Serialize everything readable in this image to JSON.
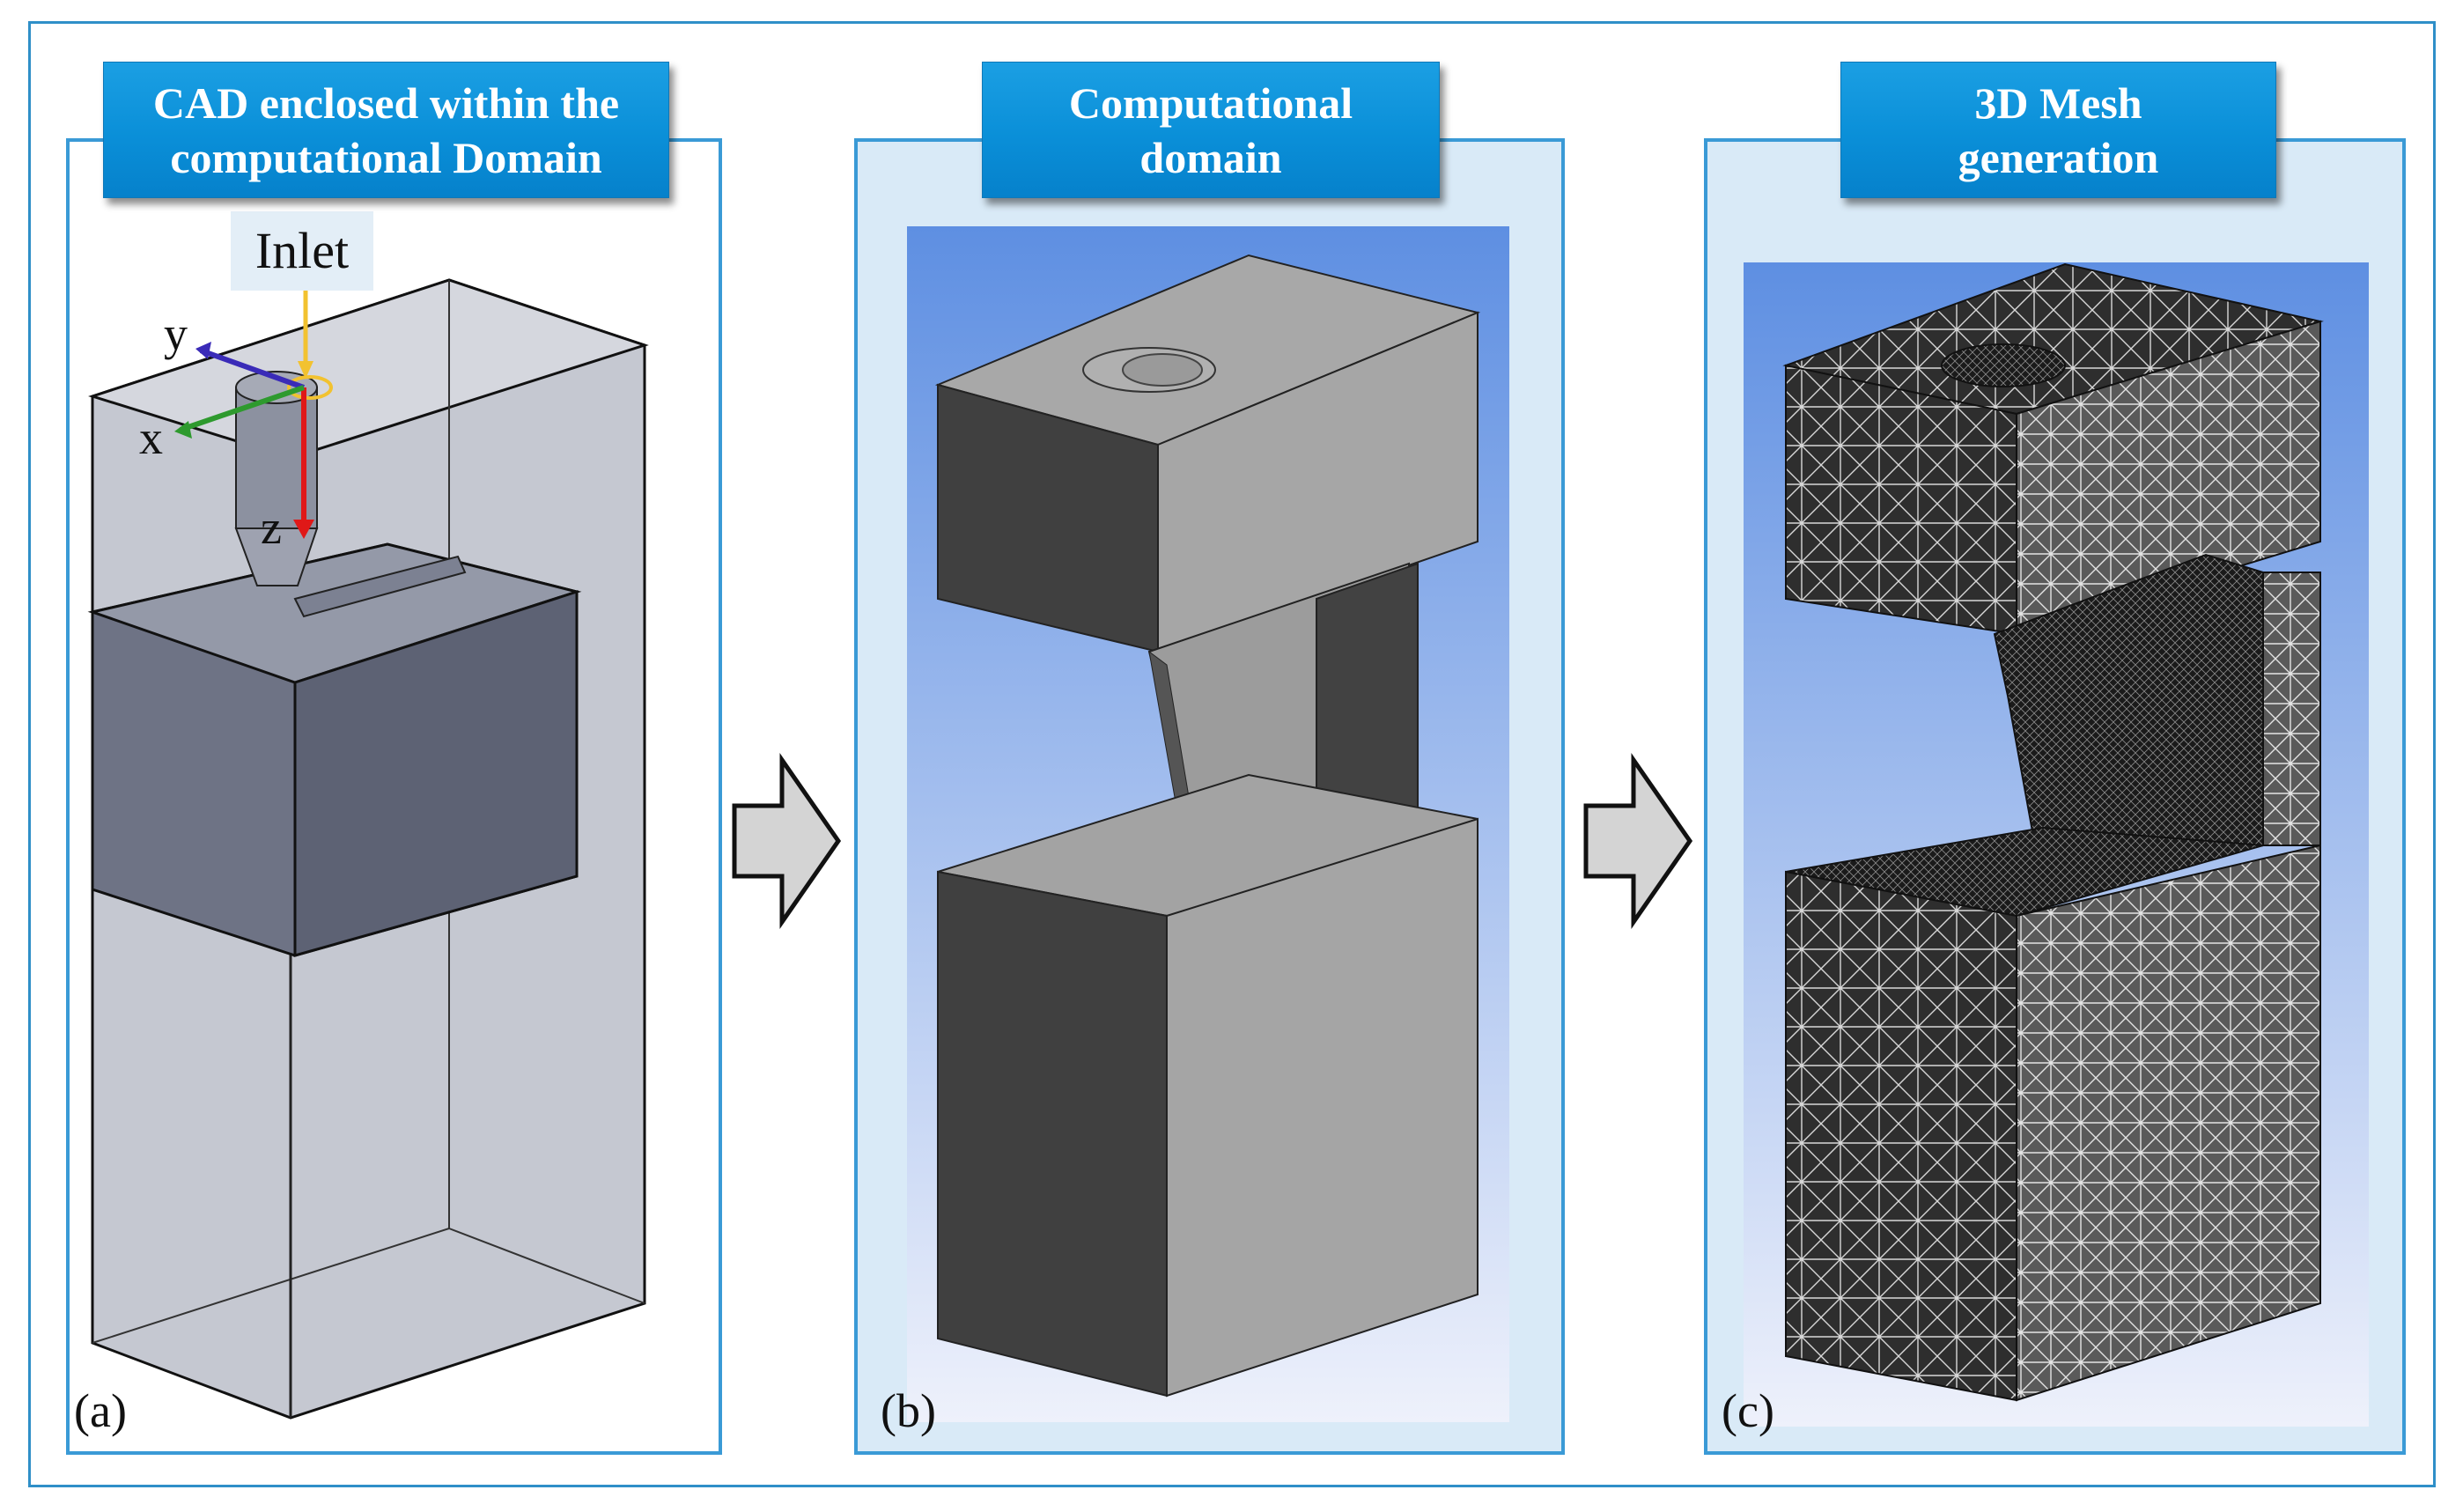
{
  "panels": [
    {
      "title": "CAD enclosed within the\ncomputational Domain",
      "letter": "(a)"
    },
    {
      "title": "Computational\ndomain",
      "letter": "(b)"
    },
    {
      "title": "3D Mesh\ngeneration",
      "letter": "(c)"
    }
  ],
  "inlet_label": "Inlet",
  "axes": {
    "x": "x",
    "y": "y",
    "z": "z"
  },
  "colors": {
    "frame": "#2f8fc8",
    "title_bg": "#0a8fd8",
    "axis_x": "#2e9a2e",
    "axis_y": "#3a2bb8",
    "axis_z": "#e01818",
    "inlet_arrow": "#f2c230"
  }
}
